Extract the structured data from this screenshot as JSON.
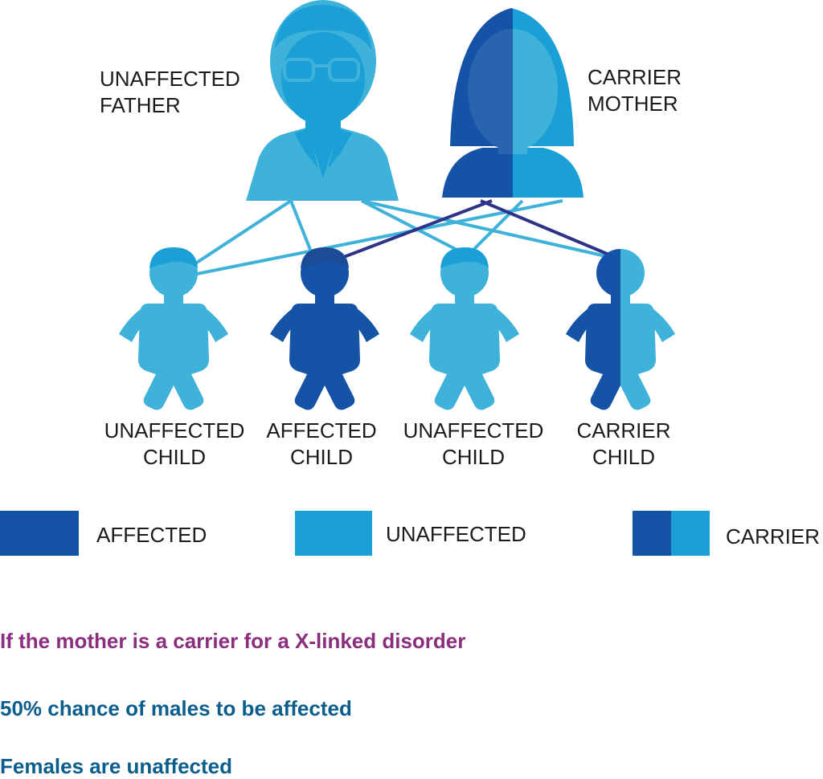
{
  "colors": {
    "affected": "#1553a6",
    "unaffected": "#1a9fd6",
    "unaffected_light": "#3fb2d9",
    "heading": "#8a2f7e",
    "fact": "#0b5e8c",
    "affected_line": "#2e3388",
    "unaffected_line": "#3fb2d9",
    "label_text": "#1b1b1b"
  },
  "parents": {
    "father": {
      "line1": "UNAFFECTED",
      "line2": "FATHER",
      "status": "unaffected",
      "icon": "man-with-glasses-icon"
    },
    "mother": {
      "line1": "CARRIER",
      "line2": "MOTHER",
      "status": "carrier",
      "icon": "woman-icon"
    }
  },
  "children": [
    {
      "line1": "UNAFFECTED",
      "line2": "CHILD",
      "status": "unaffected",
      "icon": "baby-icon"
    },
    {
      "line1": "AFFECTED",
      "line2": "CHILD",
      "status": "affected",
      "icon": "baby-icon"
    },
    {
      "line1": "UNAFFECTED",
      "line2": "CHILD",
      "status": "unaffected",
      "icon": "baby-icon"
    },
    {
      "line1": "CARRIER",
      "line2": "CHILD",
      "status": "carrier",
      "icon": "baby-icon"
    }
  ],
  "legend": {
    "affected": "AFFECTED",
    "unaffected": "UNAFFECTED",
    "carrier": "CARRIER"
  },
  "heading": "If the mother is a carrier for a X-linked disorder",
  "facts": [
    "50% chance of males to be affected",
    "Females are unaffected"
  ]
}
